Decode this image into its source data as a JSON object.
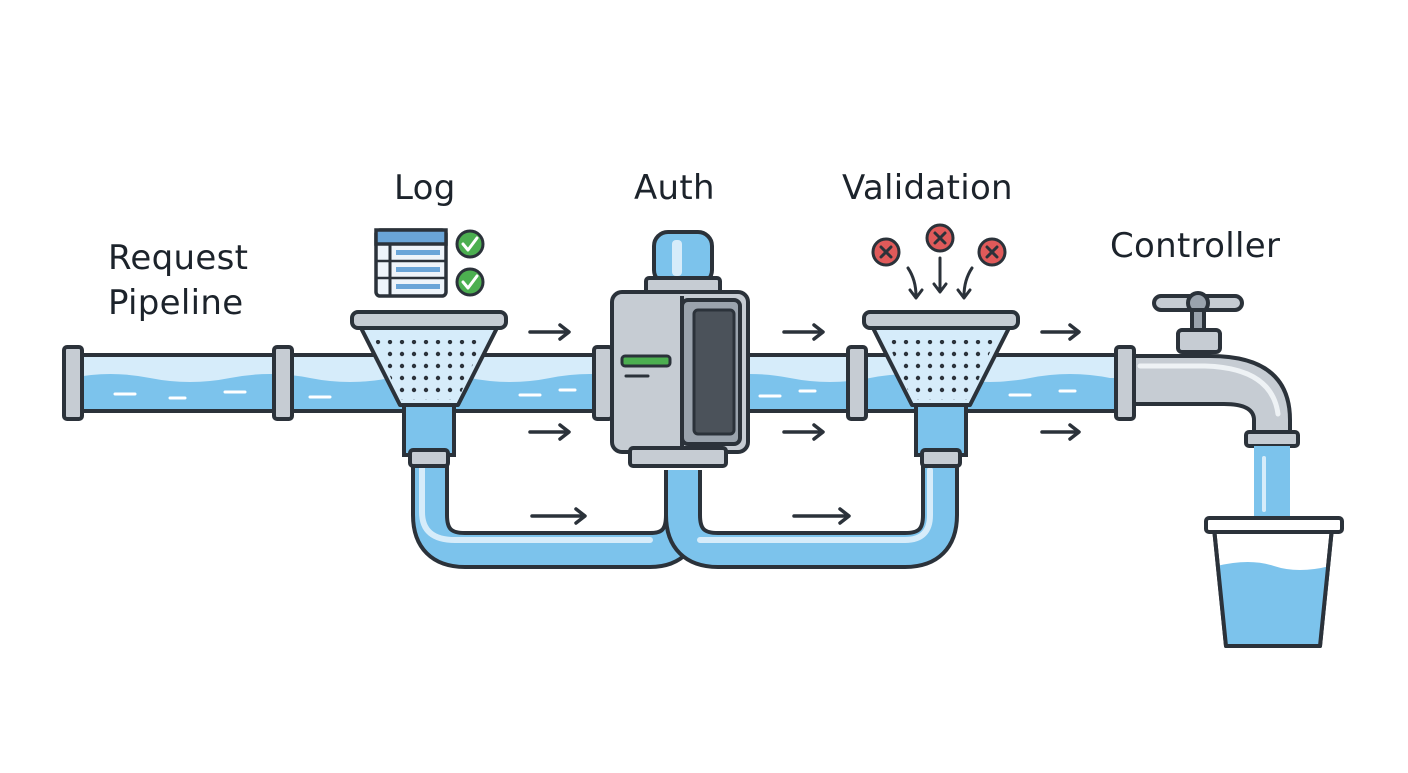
{
  "title": {
    "line1": "Request",
    "line2": "Pipeline"
  },
  "stages": {
    "log": "Log",
    "auth": "Auth",
    "validation": "Validation",
    "controller": "Controller"
  },
  "colors": {
    "outline": "#2b323a",
    "water": "#7cc3ec",
    "water_light": "#d6ecfa",
    "metal": "#c6ccd3",
    "metal_dark": "#9aa3ad",
    "pass_green": "#4caf50",
    "reject_red": "#e05a5a",
    "panel_blue": "#6aa5d8"
  },
  "icons": {
    "log_panel": "log-list-icon",
    "log_checks": "checkmark-icon",
    "validation_rejects": "x-mark-icon",
    "flow": "arrow-right-icon",
    "faucet": "faucet-icon",
    "bucket": "bucket-icon"
  }
}
